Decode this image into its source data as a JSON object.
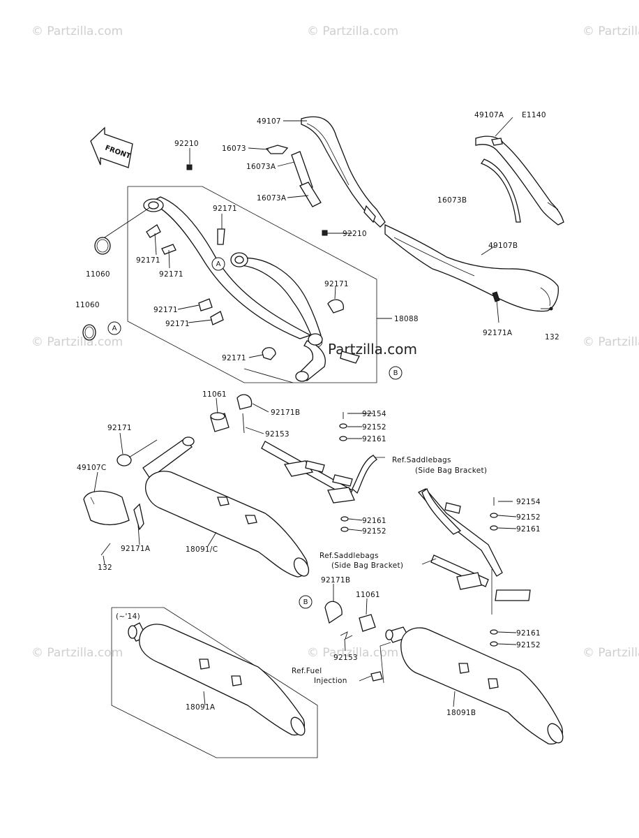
{
  "watermark": {
    "text": "© Partzilla.com",
    "center_text": "Partzilla.com",
    "center_symbol": "©"
  },
  "diagram_code": "E1140",
  "front_arrow": "FRONT",
  "labels": {
    "p49107": "49107",
    "p16073": "16073",
    "p16073A_1": "16073A",
    "p16073A_2": "16073A",
    "p49107A": "49107A",
    "p16073B": "16073B",
    "p49107B": "49107B",
    "p92171A_top": "92171A",
    "p132_top": "132",
    "p92210_top": "92210",
    "p92210_mid": "92210",
    "p11060_a": "11060",
    "p11060_b": "11060",
    "p92171_1": "92171",
    "p92171_2": "92171",
    "p92171_3": "92171",
    "p92171_4": "92171",
    "p92171_5": "92171",
    "p92171_6": "92171",
    "p92171_7": "92171",
    "p92171_8": "92171",
    "p18088": "18088",
    "p11061_top": "11061",
    "p92171B_top": "92171B",
    "p92153_top": "92153",
    "p92154_top": "92154",
    "p92152_top": "92152",
    "p92161_top": "92161",
    "ref_saddle_1": "Ref.Saddlebags",
    "ref_saddle_1b": "(Side Bag Bracket)",
    "p92161_mid": "92161",
    "p92152_mid": "92152",
    "p49107C": "49107C",
    "p92171A_bot": "92171A",
    "p132_bot": "132",
    "p18091C": "18091/C",
    "p92154_r": "92154",
    "p92152_r": "92152",
    "p92161_r": "92161",
    "ref_saddle_2": "Ref.Saddlebags",
    "ref_saddle_2b": "(Side Bag Bracket)",
    "p92171B_bot": "92171B",
    "p11061_bot": "11061",
    "p92161_r2": "92161",
    "p92152_r2": "92152",
    "p92153_bot": "92153",
    "ref_fuel": "Ref.Fuel",
    "ref_fuel_b": "Injection",
    "p18091A": "18091A",
    "p18091B": "18091B",
    "model_note": "(~'14)",
    "callout_A": "A",
    "callout_B": "B"
  }
}
